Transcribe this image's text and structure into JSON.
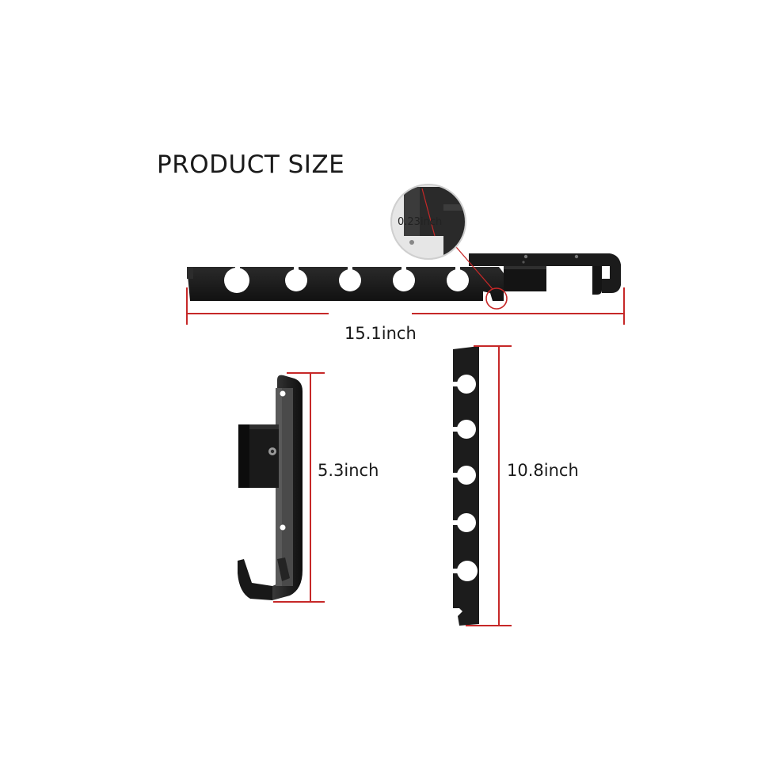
{
  "title": "PRODUCT SIZE",
  "dimensions": {
    "total_length": "15.1inch",
    "bracket_height": "5.3inch",
    "rack_length": "10.8inch",
    "thickness": "0.23inch"
  },
  "colors": {
    "background": "#ffffff",
    "product": "#1c1c1c",
    "dimension_line": "#c62828",
    "text": "#1a1a1a"
  }
}
